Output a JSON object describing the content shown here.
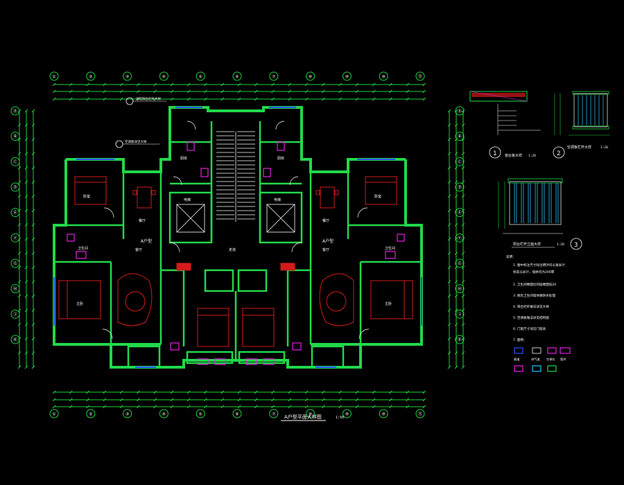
{
  "plan": {
    "title": "A户型平面大样图",
    "scale": "1:50",
    "unit_a": "A户型",
    "unit_b": "A户型",
    "room_labels": [
      "卧室",
      "卧室",
      "客厅",
      "客厅",
      "餐厅",
      "餐厅",
      "厨房",
      "厨房",
      "卫生间",
      "卫生间",
      "主卧",
      "主卧",
      "电梯",
      "电梯",
      "走道"
    ],
    "top_axes": [
      "①",
      "②",
      "③",
      "④",
      "⑤",
      "⑥",
      "⑦",
      "⑧",
      "⑨",
      "⑩",
      "⑪"
    ],
    "bottom_axes": [
      "①",
      "②",
      "③",
      "④",
      "⑤",
      "⑥",
      "⑦",
      "⑧",
      "⑨",
      "⑩",
      "⑪"
    ],
    "left_axes": [
      "Ⓐ",
      "Ⓑ",
      "Ⓒ",
      "Ⓓ",
      "Ⓔ",
      "Ⓕ",
      "Ⓖ",
      "Ⓗ",
      "Ⓙ",
      "Ⓚ"
    ],
    "right_axes": [
      "Ⓐ",
      "Ⓑ",
      "Ⓒ",
      "Ⓓ",
      "Ⓔ",
      "Ⓕ",
      "Ⓖ",
      "Ⓗ",
      "Ⓙ",
      "Ⓚ"
    ],
    "callout_1": "详见阳台栏杆大样",
    "callout_2": "空调板详见大样"
  },
  "details": {
    "d1_num": "1",
    "d1_label": "窗台板大样",
    "d1_scale": "1:20",
    "d2_num": "2",
    "d2_label": "空调板栏杆大样",
    "d2_scale": "1:20",
    "d3_num": "3",
    "d3_label": "阳台栏杆立面大样",
    "d3_scale": "1:20"
  },
  "notes": {
    "heading": "说明：",
    "lines": [
      "1. 图中标注尺寸除注明外均以毫米计",
      "   标高以米计，墙体均为200厚",
      "2. 卫生间楼面比同层楼面低20",
      "3. 厨房卫生间墙体做防水处理",
      "4. 阳台栏杆做法详见大样",
      "5. 空调板做法详见结构图",
      "6. 门窗尺寸详见门窗表",
      "7. 图例："
    ],
    "legend": [
      "烟道",
      "排气道",
      "空调位",
      "管井"
    ]
  },
  "colors": {
    "wall": "#22d84a",
    "axis": "#1fd13c",
    "furniture": "#d41a1a",
    "fixture": "#e61ee6",
    "window": "#2a4cff",
    "text": "#ffffff",
    "detail": "#28c8ff"
  }
}
